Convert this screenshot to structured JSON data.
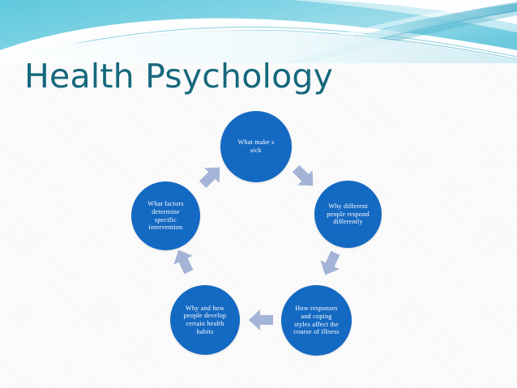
{
  "slide": {
    "title": "Health Psychology",
    "title_color": "#15687c",
    "background_color": "#fdfdfd"
  },
  "header": {
    "name": "decorative-wave-band",
    "colors": {
      "cyan": "#5ec8dd",
      "light_cyan": "#a8e0ec",
      "teal_line": "#35a9c6",
      "pale": "#d8f1f6",
      "white": "#ffffff"
    }
  },
  "diagram": {
    "type": "cycle",
    "direction": "clockwise",
    "node_color": "#1469c2",
    "node_text_color": "#ffffff",
    "arrow_color": "#a3b4d6",
    "nodes": [
      {
        "id": "what-makes-sick",
        "label": "What make s\nsick"
      },
      {
        "id": "why-different-respond",
        "label": "Why different\npeople respond\ndifferently"
      },
      {
        "id": "how-responses-coping",
        "label": "How responses\nand coping\nstyles affect the\ncourse of illness"
      },
      {
        "id": "why-how-health-habits",
        "label": "Why and how\npeople develop\ncertain health\nhabits"
      },
      {
        "id": "what-factors-intervention",
        "label": "What factors\ndetermine\nspecific\nintervention"
      }
    ],
    "arrows": [
      {
        "id": "arrow-top-to-right",
        "direction": "down-right"
      },
      {
        "id": "arrow-right-to-bottom-right",
        "direction": "down-left"
      },
      {
        "id": "arrow-bottom-right-to-bottom-left",
        "direction": "left"
      },
      {
        "id": "arrow-bottom-left-to-left",
        "direction": "up-left"
      },
      {
        "id": "arrow-left-to-top",
        "direction": "up-right"
      }
    ]
  }
}
